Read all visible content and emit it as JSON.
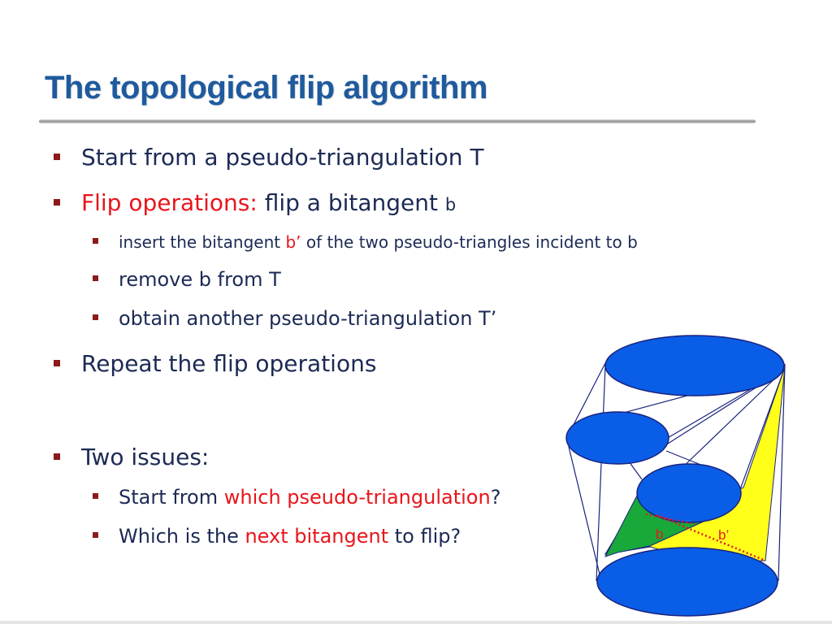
{
  "slide": {
    "title": "The topological flip algorithm",
    "bullets": {
      "b1": "Start from a pseudo-triangulation T",
      "b2_red": "Flip operations:",
      "b2_rest": " flip a bitangent ",
      "b2_var": "b",
      "s1_pre": "insert the bitangent ",
      "s1_red": "b’",
      "s1_post": " of the two pseudo-triangles incident to b",
      "s2": "remove b from T",
      "s3": "obtain another pseudo-triangulation T’",
      "b3": "Repeat the flip operations",
      "b4": "Two issues:",
      "s4_pre": "Start from ",
      "s4_red": "which pseudo-triangulation",
      "s4_post": "?",
      "s5_pre": "Which is the ",
      "s5_red": "next bitangent",
      "s5_post": " to flip?"
    },
    "diagram": {
      "label_b": "b",
      "label_b_prime": "b’",
      "colors": {
        "disk": "#0a5de6",
        "green": "#19a83a",
        "yellow": "#ffff1a",
        "red": "#e8151b",
        "outline": "#1a237e"
      }
    }
  }
}
